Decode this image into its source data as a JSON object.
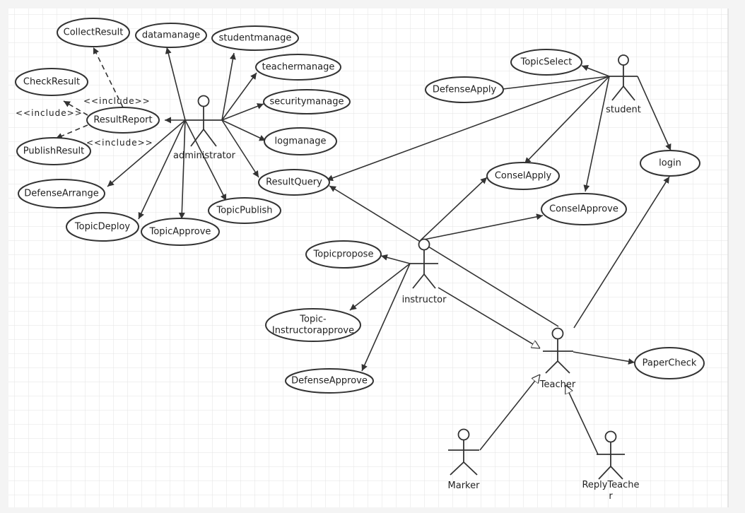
{
  "colors": {
    "stroke": "#333333",
    "grid": "#e3e3e3",
    "paper": "#ffffff",
    "background": "#f4f4f4"
  },
  "actors": {
    "administrator": "administrator",
    "student": "student",
    "instructor": "instructor",
    "teacher": "Teacher",
    "marker": "Marker",
    "reply_teacher_line1": "ReplyTeache",
    "reply_teacher_line2": "r"
  },
  "usecases": {
    "collect_result": "CollectResult",
    "datamanage": "datamanage",
    "studentmanage": "studentmanage",
    "teachermanage": "teachermanage",
    "securitymanage": "securitymanage",
    "logmanage": "logmanage",
    "check_result": "CheckResult",
    "result_report": "ResultReport",
    "publish_result": "PublishResult",
    "defense_arrange": "DefenseArrange",
    "topic_deploy": "TopicDeploy",
    "topic_approve": "TopicApprove",
    "topic_publish": "TopicPublish",
    "result_query": "ResultQuery",
    "topic_select": "TopicSelect",
    "defense_apply": "DefenseApply",
    "login": "login",
    "consel_apply": "ConselApply",
    "consel_approve": "ConselApprove",
    "topicpropose": "Topicpropose",
    "topic_instructorapprove_line1": "Topic-",
    "topic_instructorapprove_line2": "Instructorapprove",
    "defense_approve": "DefenseApprove",
    "paper_check": "PaperCheck"
  },
  "relations": {
    "include_collect": "<<include>>",
    "include_check": "<<include>>",
    "include_publish": "<<include>>"
  }
}
